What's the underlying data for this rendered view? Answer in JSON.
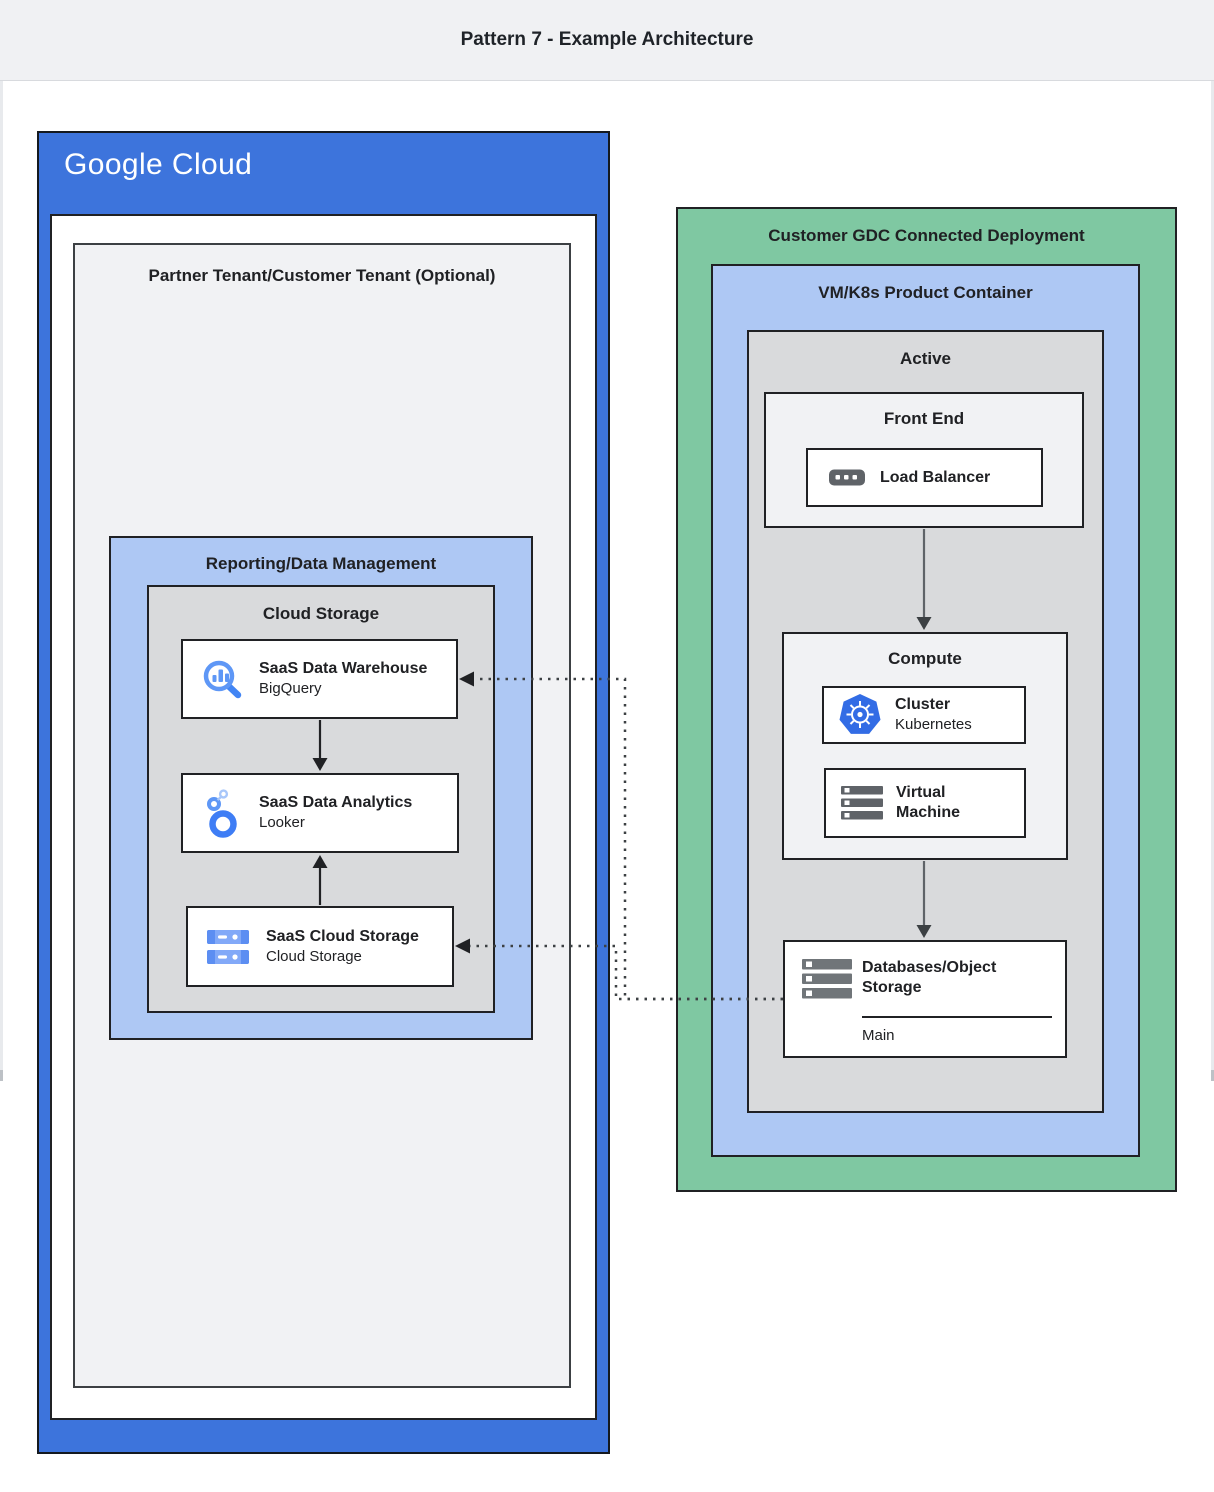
{
  "header": {
    "title": "Pattern 7 - Example Architecture"
  },
  "google_cloud": {
    "logo": "Google Cloud",
    "partner_tenant": {
      "title": "Partner Tenant/Customer Tenant (Optional)"
    },
    "reporting": {
      "title": "Reporting/Data Management"
    },
    "cloud_storage_group": {
      "title": "Cloud Storage"
    },
    "cards": {
      "warehouse": {
        "title": "SaaS Data Warehouse",
        "subtitle": "BigQuery",
        "icon": "bigquery-icon"
      },
      "analytics": {
        "title": "SaaS Data Analytics",
        "subtitle": "Looker",
        "icon": "looker-icon"
      },
      "storage": {
        "title": "SaaS Cloud Storage",
        "subtitle": "Cloud Storage",
        "icon": "cloud-storage-icon"
      }
    }
  },
  "gdc": {
    "title": "Customer GDC Connected Deployment",
    "vmk8s": {
      "title": "VM/K8s Product Container"
    },
    "active": {
      "title": "Active"
    },
    "front_end": {
      "title": "Front End",
      "load_balancer": {
        "label": "Load Balancer",
        "icon": "load-balancer-icon"
      }
    },
    "compute": {
      "title": "Compute",
      "cluster": {
        "title": "Cluster",
        "subtitle": "Kubernetes",
        "icon": "kubernetes-icon"
      },
      "vm": {
        "title": "Virtual Machine",
        "icon": "virtual-machine-icon"
      }
    },
    "databases": {
      "title": "Databases/Object Storage",
      "label": "Main",
      "icon": "database-icon"
    }
  },
  "colors": {
    "google_blue": "#3d74dc",
    "light_blue": "#aec8f4",
    "green": "#7fc8a2",
    "container_gray": "#d9dadc",
    "panel_gray": "#f1f2f4",
    "border": "#202124",
    "arrow_gray": "#5f6368",
    "icon_blue": "#5e97f6",
    "kubernetes_blue": "#326ce5",
    "icon_gray": "#5f6368"
  }
}
